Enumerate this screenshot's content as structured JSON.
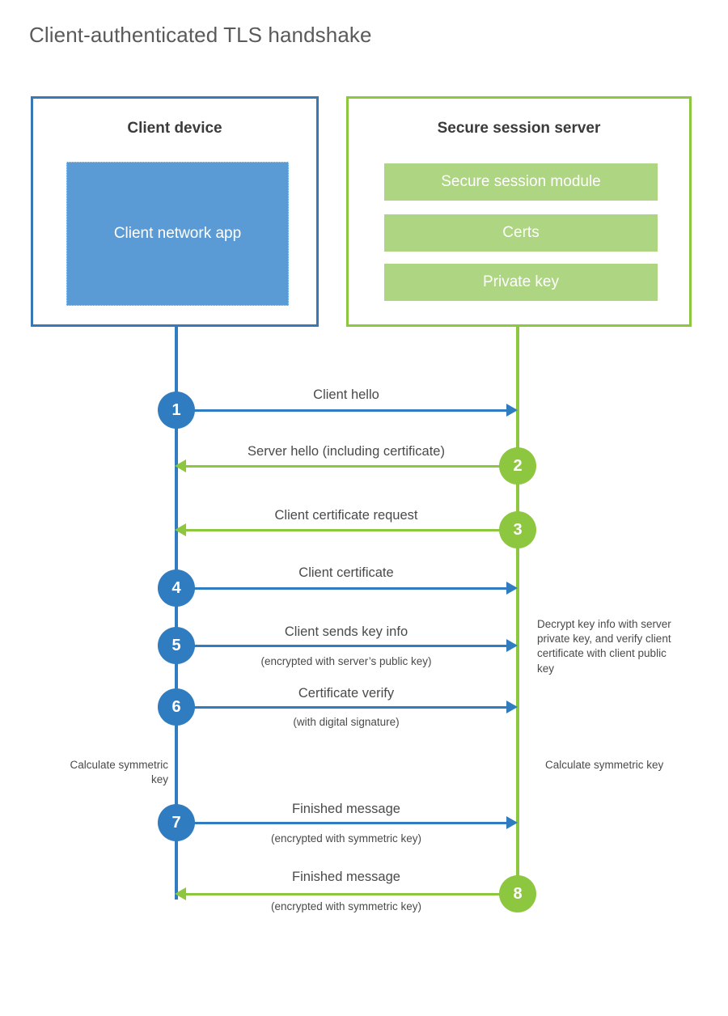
{
  "page": {
    "title": "Client-authenticated TLS handshake"
  },
  "colors": {
    "client_blue": "#2f7cc0",
    "client_border": "#3a77b5",
    "client_app_fill": "#5b9bd5",
    "server_green": "#8dc63f",
    "server_bar_fill": "#aed581",
    "text": "#4a4a4a",
    "title_text": "#5a5a5a"
  },
  "parties": {
    "client": {
      "title": "Client device",
      "app_label": "Client network app"
    },
    "server": {
      "title": "Secure session server",
      "modules": [
        {
          "label": "Secure session module"
        },
        {
          "label": "Certs"
        },
        {
          "label": "Private key"
        }
      ]
    }
  },
  "steps": [
    {
      "number": "1",
      "label": "Client hello",
      "sub": "",
      "direction": "client-to-server",
      "color": "blue"
    },
    {
      "number": "2",
      "label": "Server hello (including certificate)",
      "sub": "",
      "direction": "server-to-client",
      "color": "green"
    },
    {
      "number": "3",
      "label": "Client certificate request",
      "sub": "",
      "direction": "server-to-client",
      "color": "green"
    },
    {
      "number": "4",
      "label": "Client certificate",
      "sub": "",
      "direction": "client-to-server",
      "color": "blue"
    },
    {
      "number": "5",
      "label": "Client sends key info",
      "sub": "(encrypted with server’s public key)",
      "direction": "client-to-server",
      "color": "blue"
    },
    {
      "number": "6",
      "label": "Certificate verify",
      "sub": "(with digital signature)",
      "direction": "client-to-server",
      "color": "blue"
    },
    {
      "number": "7",
      "label": "Finished message",
      "sub": "(encrypted with symmetric key)",
      "direction": "client-to-server",
      "color": "blue"
    },
    {
      "number": "8",
      "label": "Finished message",
      "sub": "(encrypted with symmetric key)",
      "direction": "server-to-client",
      "color": "green"
    }
  ],
  "notes": {
    "decrypt": "Decrypt key info with server private key, and verify client certificate with client public key",
    "calculate_client": "Calculate symmetric key",
    "calculate_server": "Calculate symmetric key"
  }
}
